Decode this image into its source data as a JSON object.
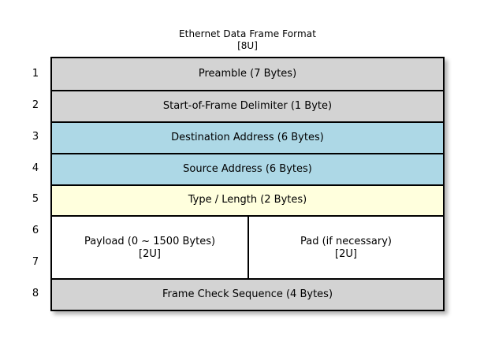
{
  "title": {
    "main": "Ethernet Data Frame Format",
    "sub": "[8U]"
  },
  "colors": {
    "gray": "#d3d3d3",
    "blue": "#add8e6",
    "yellow": "#ffffdd",
    "white": "#ffffff",
    "border": "#000000",
    "text": "#000000",
    "background": "#ffffff"
  },
  "row_numbers": [
    "1",
    "2",
    "3",
    "4",
    "5",
    "6",
    "7",
    "8"
  ],
  "frame": {
    "rows": [
      {
        "number": "1",
        "label": "Preamble (7 Bytes)",
        "fill": "gray"
      },
      {
        "number": "2",
        "label": "Start-of-Frame Delimiter (1 Byte)",
        "fill": "gray"
      },
      {
        "number": "3",
        "label": "Destination Address (6 Bytes)",
        "fill": "blue"
      },
      {
        "number": "4",
        "label": "Source Address (6 Bytes)",
        "fill": "blue"
      },
      {
        "number": "5",
        "label": "Type / Length (2 Bytes)",
        "fill": "yellow"
      },
      {
        "number": "6-7",
        "fill": "white",
        "split": true,
        "left": {
          "label": "Payload (0 ~ 1500 Bytes)",
          "annotation": "[2U]"
        },
        "right": {
          "label": "Pad (if necessary)",
          "annotation": "[2U]"
        }
      },
      {
        "number": "8",
        "label": "Frame Check Sequence (4 Bytes)",
        "fill": "gray"
      }
    ]
  }
}
